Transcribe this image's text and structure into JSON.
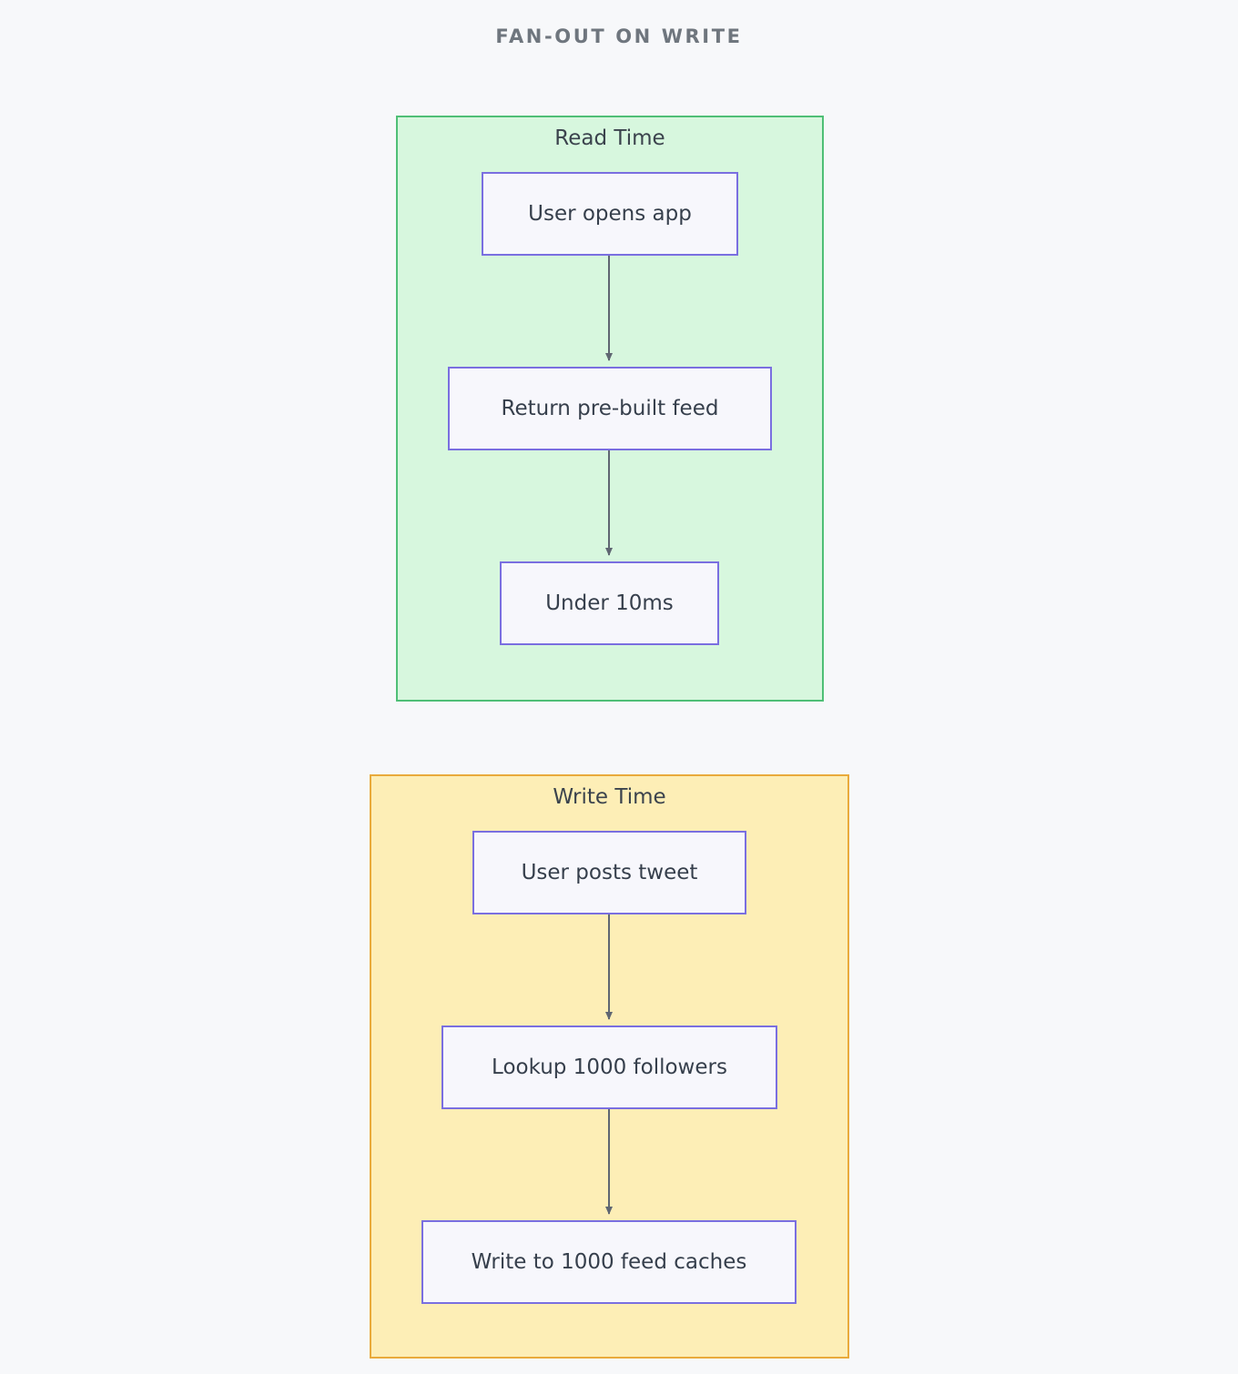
{
  "title": "FAN-OUT ON WRITE",
  "background_color": "#f7f8fa",
  "theme": {
    "node_fill": "#f7f7fc",
    "node_stroke": "#7a6fe0",
    "node_text": "#363f4c",
    "edge_color": "#5f6672",
    "title_color": "#6f767e"
  },
  "subgraphs": [
    {
      "id": "read-time",
      "label": "Read Time",
      "fill": "#d7f7de",
      "stroke": "#4fbf76",
      "nodes": [
        {
          "id": "user-opens-app",
          "label": "User opens app"
        },
        {
          "id": "return-prebuilt-feed",
          "label": "Return pre-built feed"
        },
        {
          "id": "under-10ms",
          "label": "Under 10ms"
        }
      ],
      "edges": [
        {
          "from": "user-opens-app",
          "to": "return-prebuilt-feed"
        },
        {
          "from": "return-prebuilt-feed",
          "to": "under-10ms"
        }
      ]
    },
    {
      "id": "write-time",
      "label": "Write Time",
      "fill": "#fdeeb6",
      "stroke": "#e9aa3b",
      "nodes": [
        {
          "id": "user-posts-tweet",
          "label": "User posts tweet"
        },
        {
          "id": "lookup-1000-followers",
          "label": "Lookup 1000 followers"
        },
        {
          "id": "write-to-1000-feed-caches",
          "label": "Write to 1000 feed caches"
        }
      ],
      "edges": [
        {
          "from": "user-posts-tweet",
          "to": "lookup-1000-followers"
        },
        {
          "from": "lookup-1000-followers",
          "to": "write-to-1000-feed-caches"
        }
      ]
    }
  ]
}
